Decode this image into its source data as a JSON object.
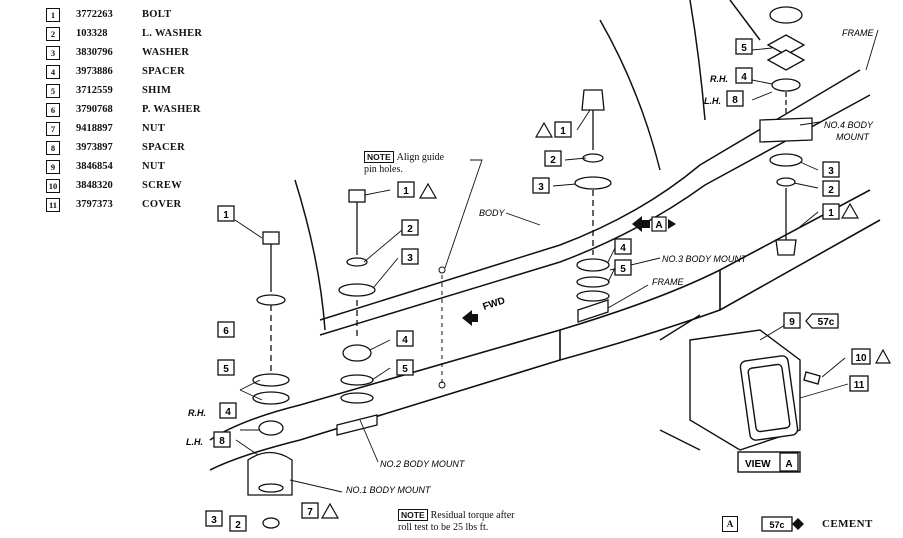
{
  "parts": [
    {
      "num": "1",
      "code": "3772263",
      "name": "BOLT"
    },
    {
      "num": "2",
      "code": "103328",
      "name": "L. WASHER"
    },
    {
      "num": "3",
      "code": "3830796",
      "name": "WASHER"
    },
    {
      "num": "4",
      "code": "3973886",
      "name": "SPACER"
    },
    {
      "num": "5",
      "code": "3712559",
      "name": "SHIM"
    },
    {
      "num": "6",
      "code": "3790768",
      "name": "P. WASHER"
    },
    {
      "num": "7",
      "code": "9418897",
      "name": "NUT"
    },
    {
      "num": "8",
      "code": "3973897",
      "name": "SPACER"
    },
    {
      "num": "9",
      "code": "3846854",
      "name": "NUT"
    },
    {
      "num": "10",
      "code": "3848320",
      "name": "SCREW"
    },
    {
      "num": "11",
      "code": "3797373",
      "name": "COVER"
    }
  ],
  "notes": {
    "tag": "NOTE",
    "align_line1": "Align guide",
    "align_line2": "pin holes.",
    "torque_line1": "Residual torque after",
    "torque_line2": "roll test to be 25 lbs ft."
  },
  "labels": {
    "frame": "FRAME",
    "body": "BODY",
    "fwd": "FWD",
    "rh": "R.H.",
    "lh": "L.H.",
    "mount1": "NO.1 BODY MOUNT",
    "mount2": "NO.2 BODY MOUNT",
    "mount3": "NO.3 BODY MOUNT",
    "mount4_line1": "NO.4 BODY",
    "mount4_line2": "MOUNT",
    "view": "VIEW",
    "view_letter": "A",
    "ref_57c": "57c",
    "arrow_a": "A"
  },
  "legend": {
    "box": "A",
    "ref": "57c",
    "text": "CEMENT"
  }
}
